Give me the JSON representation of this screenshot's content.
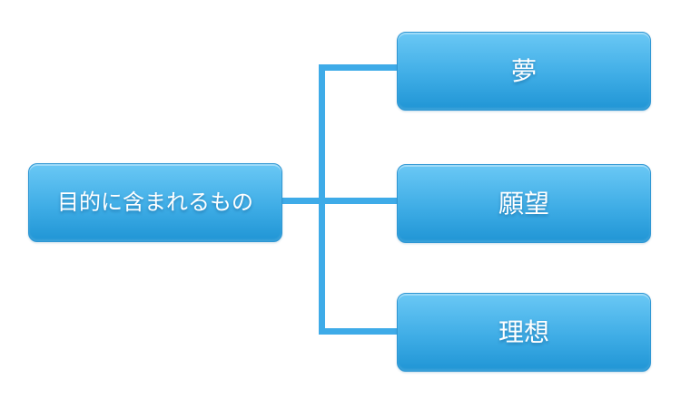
{
  "diagram": {
    "type": "hierarchy",
    "root": {
      "label": "目的に含まれるもの"
    },
    "children": [
      {
        "label": "夢"
      },
      {
        "label": "願望"
      },
      {
        "label": "理想"
      }
    ],
    "colors": {
      "background": "#ffffff",
      "node_gradient_top": "#6ac8f5",
      "node_gradient_mid": "#3fade6",
      "node_gradient_bottom": "#2095d5",
      "node_border": "#2e96d3",
      "connector": "#3eabe8",
      "text": "#ffffff"
    }
  }
}
